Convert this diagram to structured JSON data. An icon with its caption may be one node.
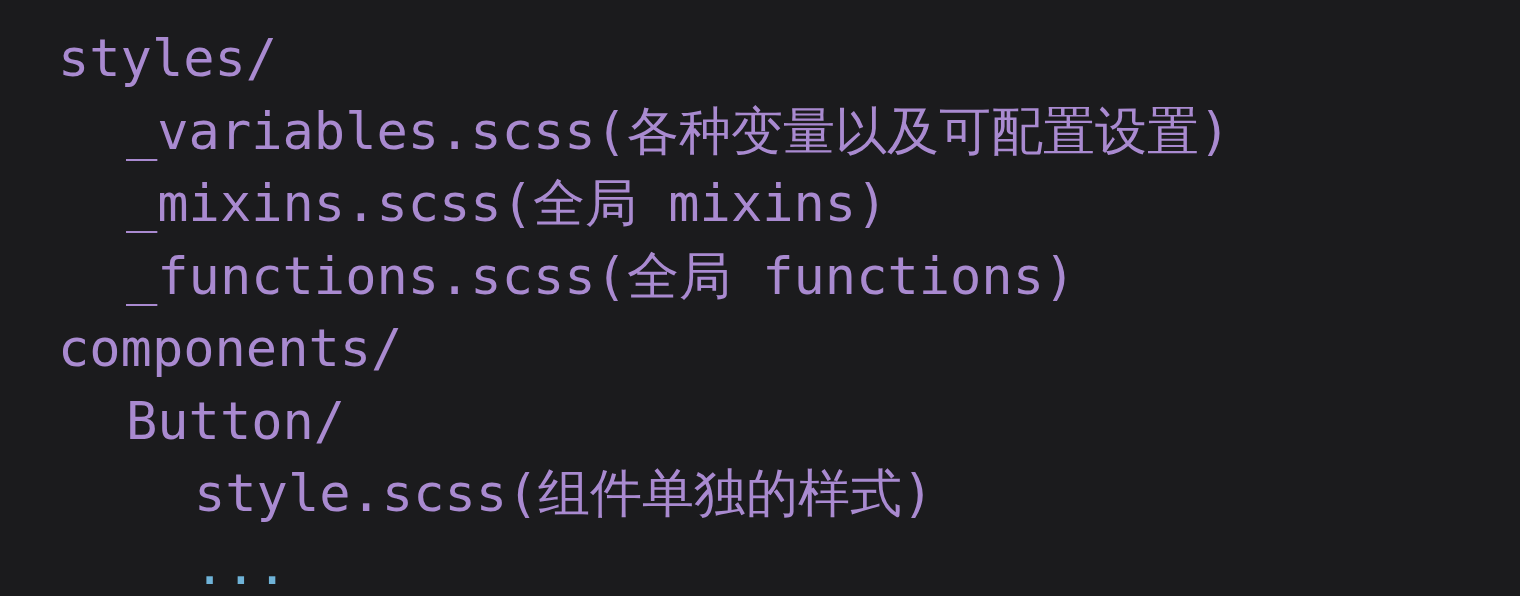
{
  "diagram": {
    "labels": [
      "styles/",
      "_variables.scss(各种变量以及可配置设置)",
      "_mixins.scss(全局 mixins)",
      "_functions.scss(全局 functions)",
      "components/",
      "Button/",
      "style.scss(组件单独的样式)",
      "..."
    ]
  }
}
